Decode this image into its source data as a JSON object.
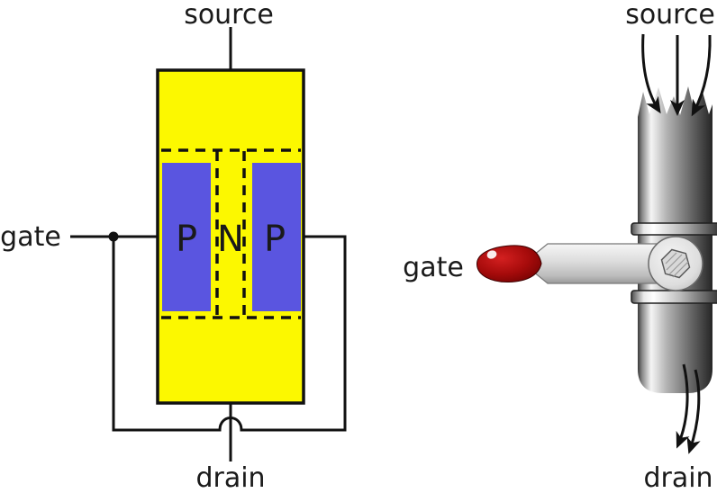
{
  "left_diagram": {
    "type": "jfet-cross-section",
    "source_label": "source",
    "gate_label": "gate",
    "drain_label": "drain",
    "region_labels": {
      "p_left": "P",
      "n_channel": "N",
      "p_right": "P"
    },
    "colors": {
      "body_yellow": "#fcf800",
      "p_region_blue": "#5a55e0",
      "wire_black": "#111111"
    }
  },
  "right_diagram": {
    "type": "water-valve-analogy",
    "source_label": "source",
    "gate_label": "gate",
    "drain_label": "drain",
    "colors": {
      "knob_red": "#9c0a0a",
      "pipe_highlight": "#f5f5f5",
      "pipe_shadow": "#2e2e2e",
      "metal_gray": "#d9d9d9"
    }
  }
}
